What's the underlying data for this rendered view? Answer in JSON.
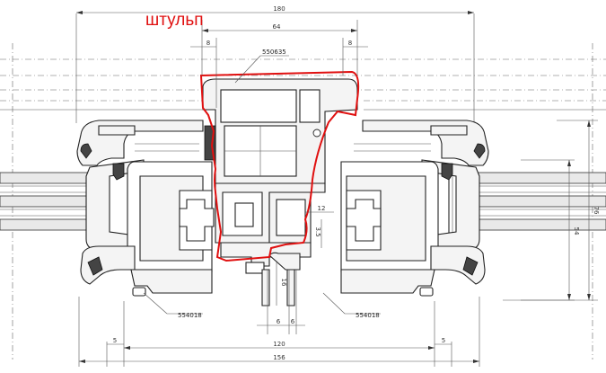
{
  "annotation": {
    "text": "штульп",
    "color": "#e01010"
  },
  "outline_color": "#e01010",
  "part_labels": {
    "top": "550635",
    "bottom_left": "554018",
    "bottom_right": "554018"
  },
  "dimensions": {
    "top_overall": "180",
    "top_inner": "64",
    "top_left_8": "8",
    "top_right_8": "8",
    "right_outer": "76",
    "right_inner": "54",
    "mid_12": "12",
    "mid_3_5": "3.5",
    "mid_16": "16",
    "bottom_6_left": "6",
    "bottom_6_right": "6",
    "bottom_5_left": "5",
    "bottom_5_right": "5",
    "bottom_120": "120",
    "bottom_156": "156"
  }
}
